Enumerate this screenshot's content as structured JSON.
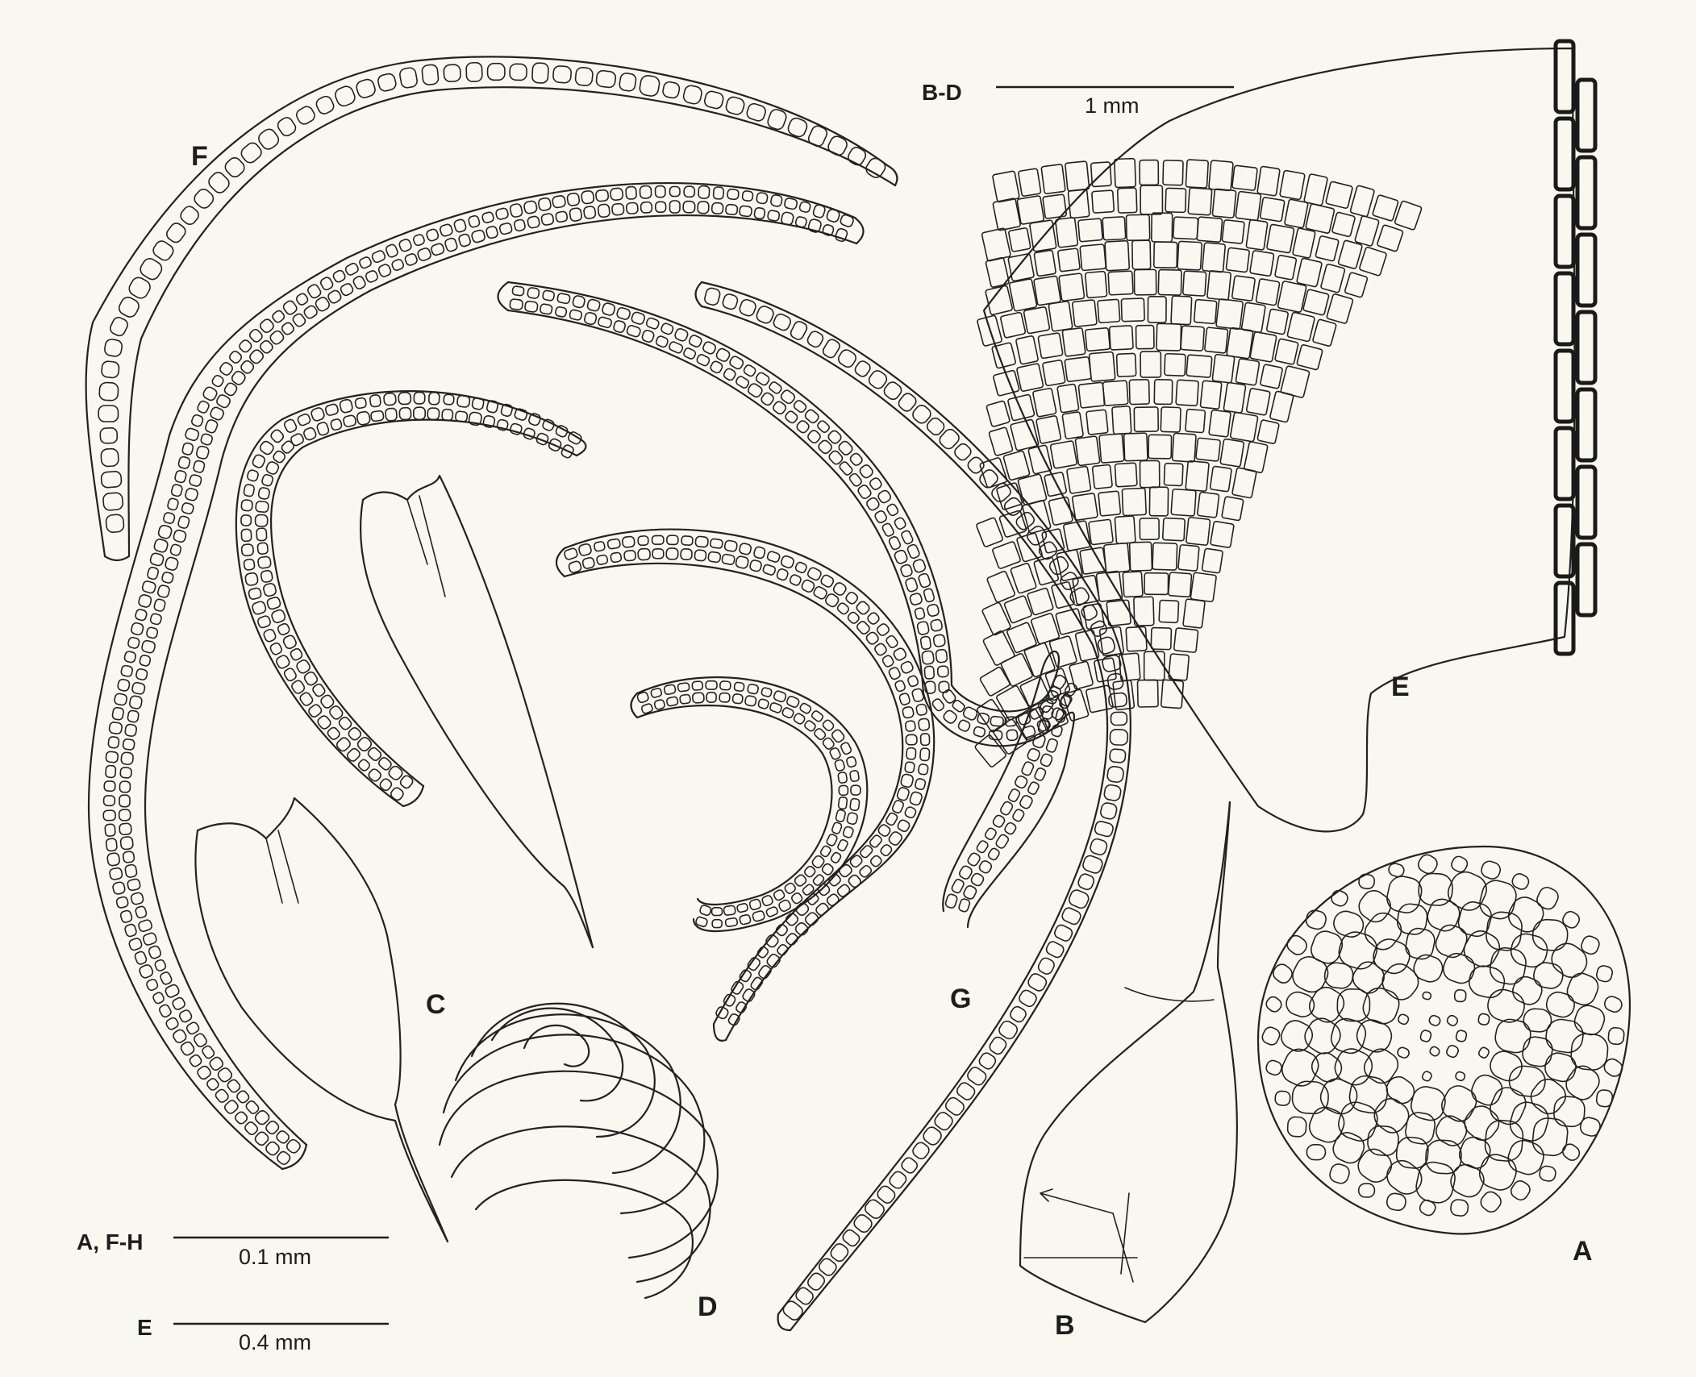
{
  "panels": {
    "a": "A",
    "b": "B",
    "c": "C",
    "d": "D",
    "e": "E",
    "f": "F",
    "g": "G"
  },
  "scale_bars": {
    "bd": {
      "label": "B-D",
      "value": "1 mm"
    },
    "afh": {
      "label": "A, F-H",
      "value": "0.1 mm"
    },
    "e": {
      "label": "E",
      "value": "0.4 mm"
    }
  },
  "colors": {
    "background": "#f8f7f0",
    "ink": "#222222"
  }
}
